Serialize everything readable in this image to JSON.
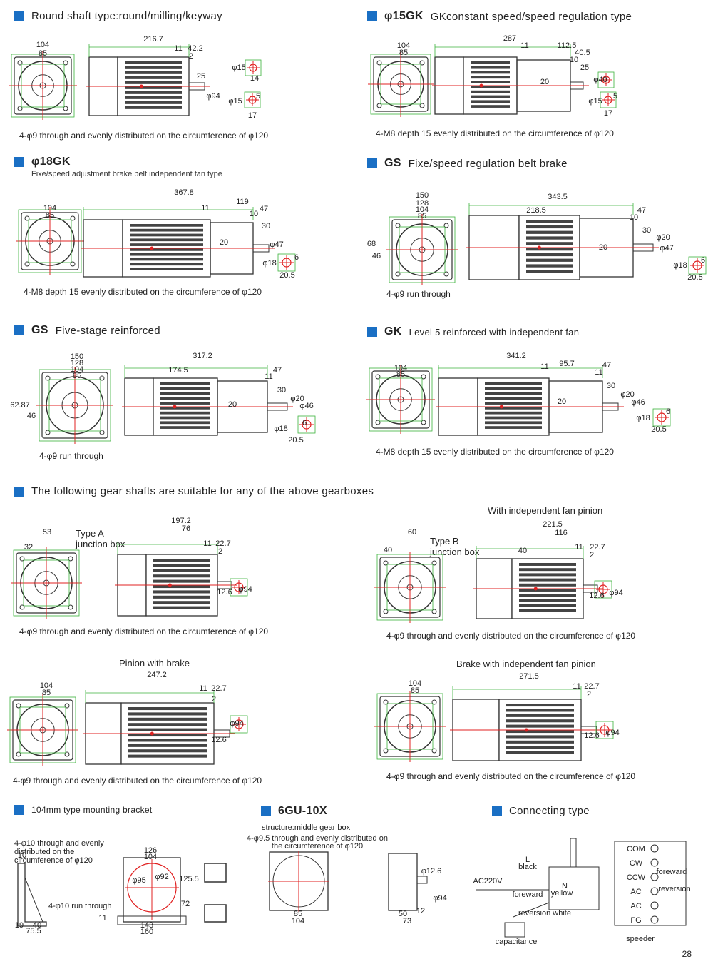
{
  "colors": {
    "accent": "#1a6fc4",
    "dim": "#3bb33b",
    "center": "#e02020"
  },
  "sections": {
    "s1": {
      "title": "Round shaft type:round/milling/keyway",
      "dims": [
        "216.7",
        "104",
        "85",
        "11",
        "42.2",
        "2",
        "25",
        "φ15",
        "14",
        "φ94",
        "φ15",
        "5",
        "17"
      ],
      "caption": "4-φ9 through and evenly distributed on the circumference of φ120"
    },
    "s2": {
      "title_bold": "φ15GK",
      "title_rest": "GKconstant speed/speed regulation type",
      "dims": [
        "287",
        "104",
        "85",
        "11",
        "112.5",
        "40.5",
        "10",
        "25",
        "φ40",
        "20",
        "φ15",
        "5",
        "17"
      ],
      "caption": "4-M8 depth 15 evenly distributed on the circumference of φ120"
    },
    "s3": {
      "title_bold": "φ18GK",
      "subtitle": "Fixe/speed adjustment brake belt independent fan type",
      "dims": [
        "367.8",
        "104",
        "85",
        "11",
        "119",
        "47",
        "10",
        "30",
        "20",
        "φ47",
        "φ18",
        "6",
        "20.5"
      ],
      "caption": "4-M8 depth 15 evenly distributed on the circumference of φ120"
    },
    "s4": {
      "title_bold": "GS",
      "title_rest": "Fixe/speed regulation belt brake",
      "dims": [
        "343.5",
        "150",
        "128",
        "104",
        "85",
        "218.5",
        "47",
        "10",
        "68",
        "46",
        "30",
        "φ20",
        "20",
        "φ47",
        "φ18",
        "6",
        "20.5"
      ],
      "caption": "4-φ9 run through"
    },
    "s5": {
      "title_bold": "GS",
      "title_rest": "Five-stage reinforced",
      "dims": [
        "317.2",
        "150",
        "128",
        "104",
        "85",
        "174.5",
        "47",
        "11",
        "62.87",
        "46",
        "30",
        "φ20",
        "20",
        "φ46",
        "φ18",
        "6",
        "20.5"
      ],
      "caption": "4-φ9 run through"
    },
    "s6": {
      "title_bold": "GK",
      "title_rest": "Level 5 reinforced with independent fan",
      "dims": [
        "341.2",
        "104",
        "85",
        "11",
        "95.7",
        "47",
        "11",
        "30",
        "φ20",
        "20",
        "φ46",
        "φ18",
        "6",
        "20.5"
      ],
      "caption": "4-M8 depth 15 evenly distributed on the circumference of φ120"
    },
    "s7": {
      "title": "The following gear shafts are suitable for any of the above gearboxes"
    },
    "s8": {
      "label": "Type A\njunction box",
      "dims": [
        "197.2",
        "76",
        "53",
        "32",
        "11",
        "22.7",
        "2",
        "12.6",
        "φ94"
      ],
      "caption": "4-φ9 through and evenly distributed on the circumference of φ120"
    },
    "s9": {
      "heading": "With independent fan pinion",
      "label": "Type B\njunction box",
      "dims": [
        "221.5",
        "116",
        "60",
        "40",
        "40",
        "11",
        "22.7",
        "2",
        "12.6",
        "φ94"
      ],
      "caption": "4-φ9 through and evenly distributed on the circumference of φ120"
    },
    "s10": {
      "heading": "Pinion with brake",
      "dims": [
        "247.2",
        "104",
        "85",
        "11",
        "22.7",
        "2",
        "φ94",
        "12.6"
      ],
      "caption": "4-φ9 through and evenly distributed on the circumference of φ120"
    },
    "s11": {
      "heading": "Brake with independent fan pinion",
      "dims": [
        "271.5",
        "104",
        "85",
        "11",
        "22.7",
        "2",
        "12.6",
        "φ94"
      ],
      "caption": "4-φ9 through and evenly distributed on the circumference of φ120"
    },
    "s12": {
      "title": "104mm type mounting bracket",
      "note1": "4-φ10 through and evenly distributed on the circumference of φ120",
      "note2": "4-φ10 run through",
      "dims": [
        "10",
        "126",
        "104",
        "φ95",
        "φ92",
        "125.5",
        "72",
        "11",
        "19",
        "40",
        "75.5",
        "143",
        "160"
      ]
    },
    "s13": {
      "title_bold": "6GU-10X",
      "structure": "structure:middle gear box",
      "note": "4-φ9.5 through and evenly distributed on the circumference of φ120",
      "dims": [
        "φ12.6",
        "φ94",
        "85",
        "104",
        "50",
        "73",
        "12"
      ]
    },
    "s14": {
      "title": "Connecting type",
      "wiring": {
        "L": "L",
        "black": "black",
        "N": "N",
        "yellow": "yellow",
        "ac": "AC220V",
        "foreward": "foreward",
        "reversion": "reversion",
        "white": "reversion white",
        "cap": "capacitance"
      },
      "terminals": [
        "COM",
        "CW",
        "CCW",
        "AC",
        "AC",
        "FG"
      ],
      "right_labels": [
        "foreward",
        "reversion"
      ],
      "speeder": "speeder"
    }
  },
  "page_number": "28"
}
